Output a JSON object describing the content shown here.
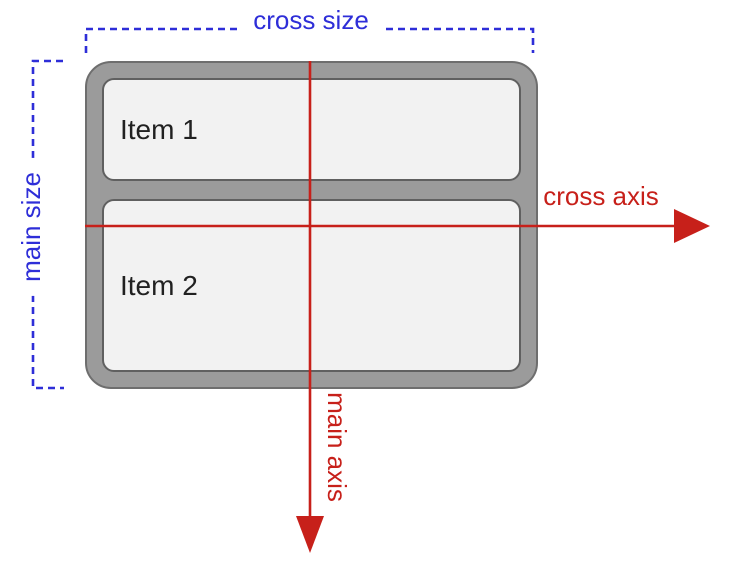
{
  "diagram": {
    "labels": {
      "cross_size": "cross size",
      "main_size": "main size",
      "cross_axis": "cross axis",
      "main_axis": "main axis"
    },
    "items": [
      {
        "label": "Item 1"
      },
      {
        "label": "Item 2"
      }
    ],
    "colors": {
      "blue": "#2e2ed8",
      "red": "#c7201a",
      "container-fill": "#9b9b9b",
      "container-outline": "#6e6e6e",
      "item-fill": "#f2f2f2",
      "item-border": "#606060",
      "item-text": "#212121",
      "background": "#ffffff"
    }
  }
}
